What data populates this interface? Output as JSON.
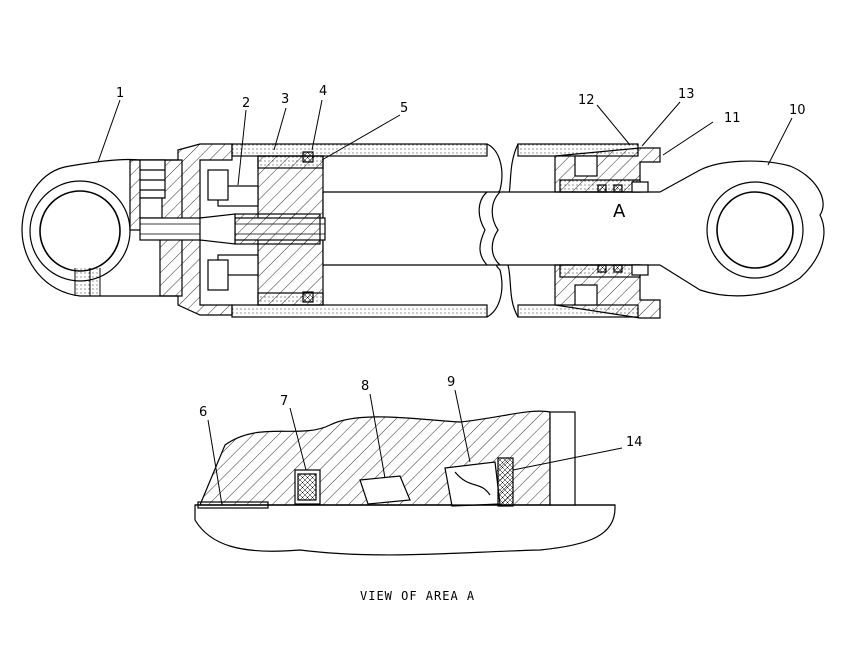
{
  "diagram": {
    "callouts": [
      "1",
      "2",
      "3",
      "4",
      "5",
      "6",
      "7",
      "8",
      "9",
      "10",
      "11",
      "12",
      "13",
      "14"
    ],
    "area_label": "A",
    "caption": "VIEW OF AREA A"
  },
  "colors": {
    "line": "#000000",
    "background": "#ffffff"
  }
}
